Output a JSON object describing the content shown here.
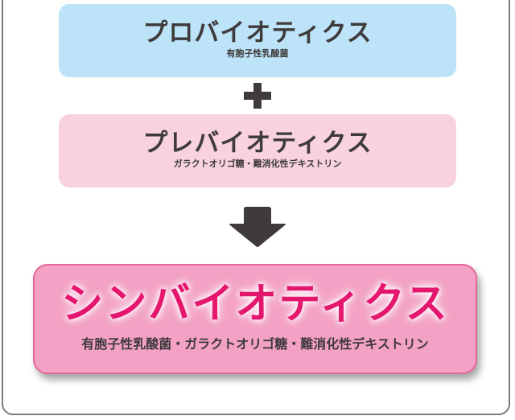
{
  "diagram": {
    "colors": {
      "probiotics_box": "#bce3f8",
      "prebiotics_box": "#f8d2e1",
      "synbiotics_box": "#f3a1c4",
      "synbiotics_border": "#e6669a",
      "synbiotics_title": "#e4166e",
      "text_dark": "#3f3a3b",
      "frame_border": "#7b7b7b"
    },
    "probiotics": {
      "title": "プロバイオティクス",
      "subtitle": "有胞子性乳酸菌"
    },
    "plus_icon": "plus-icon",
    "prebiotics": {
      "title": "プレバイオティクス",
      "subtitle": "ガラクトオリゴ糖・難消化性デキストリン"
    },
    "arrow_icon": "arrow-down-icon",
    "synbiotics": {
      "title": "シンバイオティクス",
      "subtitle": "有胞子性乳酸菌・ガラクトオリゴ糖・難消化性デキストリン"
    }
  }
}
